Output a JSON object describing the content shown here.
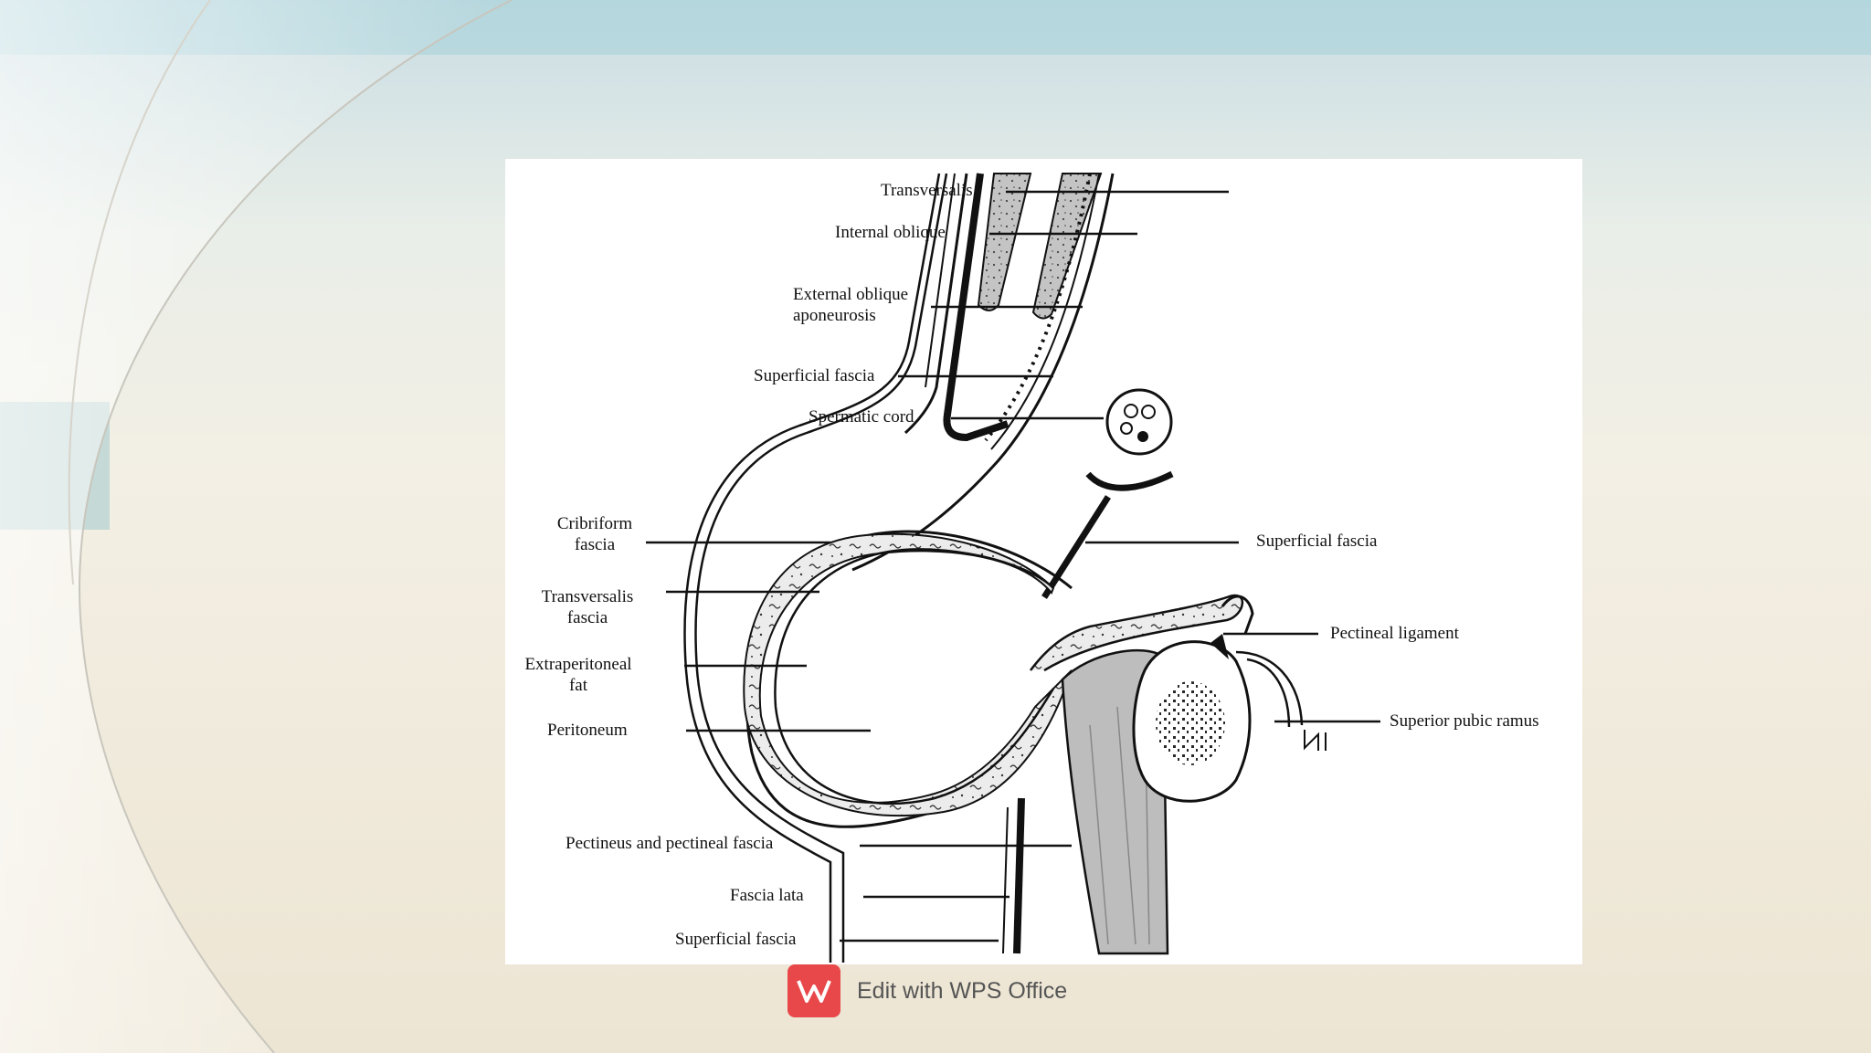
{
  "labels": {
    "transversalis": "Transversalis",
    "internal_oblique": "Internal oblique",
    "external_oblique_1": "External oblique",
    "external_oblique_2": "aponeurosis",
    "superficial_fascia_top": "Superficial fascia",
    "spermatic_cord": "Spermatic cord",
    "cribriform_1": "Cribriform",
    "cribriform_2": "fascia",
    "transversalis_fascia_1": "Transversalis",
    "transversalis_fascia_2": "fascia",
    "extraperitoneal_1": "Extraperitoneal",
    "extraperitoneal_2": "fat",
    "peritoneum": "Peritoneum",
    "pectineus": "Pectineus and pectineal fascia",
    "fascia_lata": "Fascia lata",
    "superficial_fascia_bottom": "Superficial fascia",
    "superficial_fascia_right": "Superficial fascia",
    "pectineal_ligament": "Pectineal ligament",
    "superior_pubic_ramus": "Superior pubic ramus"
  },
  "watermark": {
    "text": "Edit with WPS Office",
    "logo_color": "#e8484a"
  }
}
